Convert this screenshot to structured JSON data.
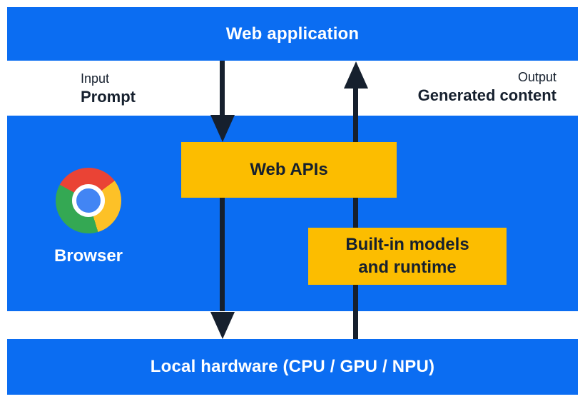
{
  "colors": {
    "blue": "#0b6df2",
    "yellow": "#fcbd00",
    "ink": "#16202e",
    "white": "#ffffff",
    "chrome_red": "#ea4335",
    "chrome_yellow": "#fdc127",
    "chrome_green": "#34a853",
    "chrome_blue": "#4285f4"
  },
  "top_bar": {
    "label": "Web application"
  },
  "io": {
    "input_title": "Input",
    "input_value": "Prompt",
    "output_title": "Output",
    "output_value": "Generated content"
  },
  "browser": {
    "label": "Browser"
  },
  "icons": {
    "browser_logo": "chrome-logo",
    "input_arrow": "arrow-down",
    "output_arrow": "arrow-up"
  },
  "boxes": {
    "web_apis_label": "Web APIs",
    "builtin_label": "Built-in models and runtime"
  },
  "bottom_bar": {
    "label": "Local hardware (CPU / GPU / NPU)"
  }
}
